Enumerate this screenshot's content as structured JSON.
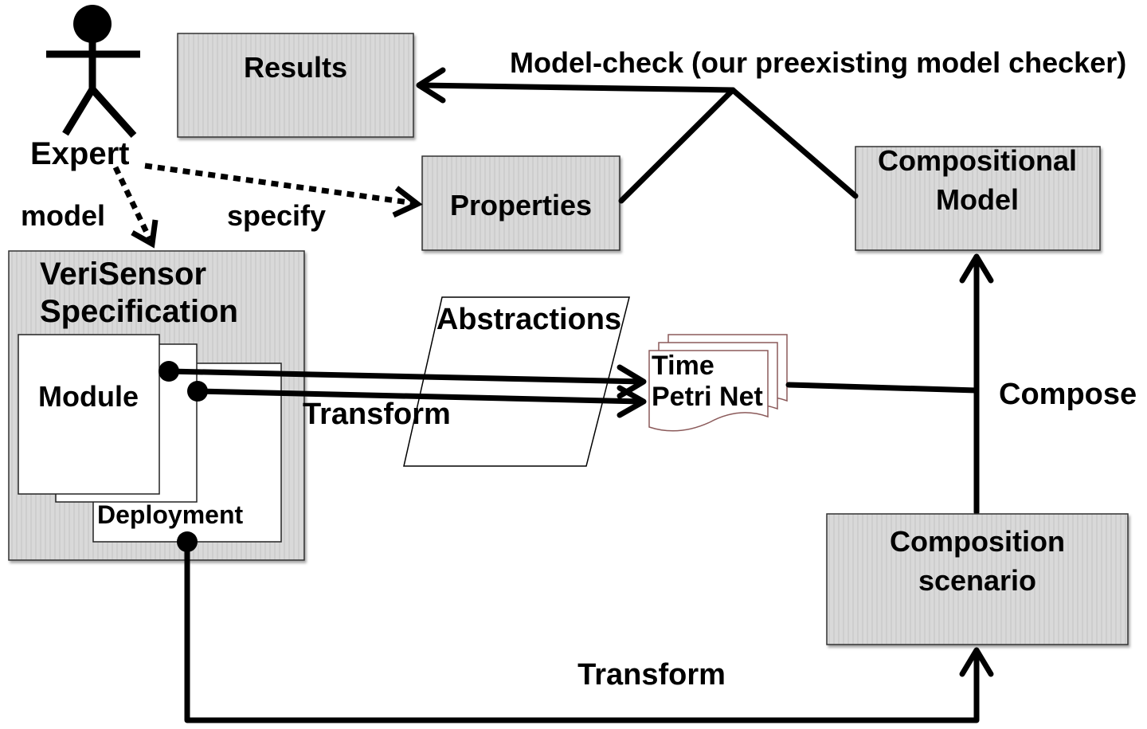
{
  "labels": {
    "expert": "Expert",
    "model": "model",
    "specify": "specify",
    "results": "Results",
    "model_check": "Model-check (our preexisting model checker)",
    "properties": "Properties",
    "compositional_model_line1": "Compositional",
    "compositional_model_line2": "Model",
    "verisensor_line1": "VeriSensor",
    "verisensor_line2": "Specification",
    "module": "Module",
    "deployment": "Deployment",
    "abstractions": "Abstractions",
    "tpn_line1": "Time",
    "tpn_line2": "Petri Net",
    "transform_top": "Transform",
    "compose": "Compose",
    "composition_line1": "Composition",
    "composition_line2": "scenario",
    "transform_bottom": "Transform"
  },
  "colors": {
    "box_fill": "#d9d9d9",
    "box_stripe": "#bdbdbd",
    "line": "#000000",
    "doc_outline": "#8b5a5a"
  }
}
